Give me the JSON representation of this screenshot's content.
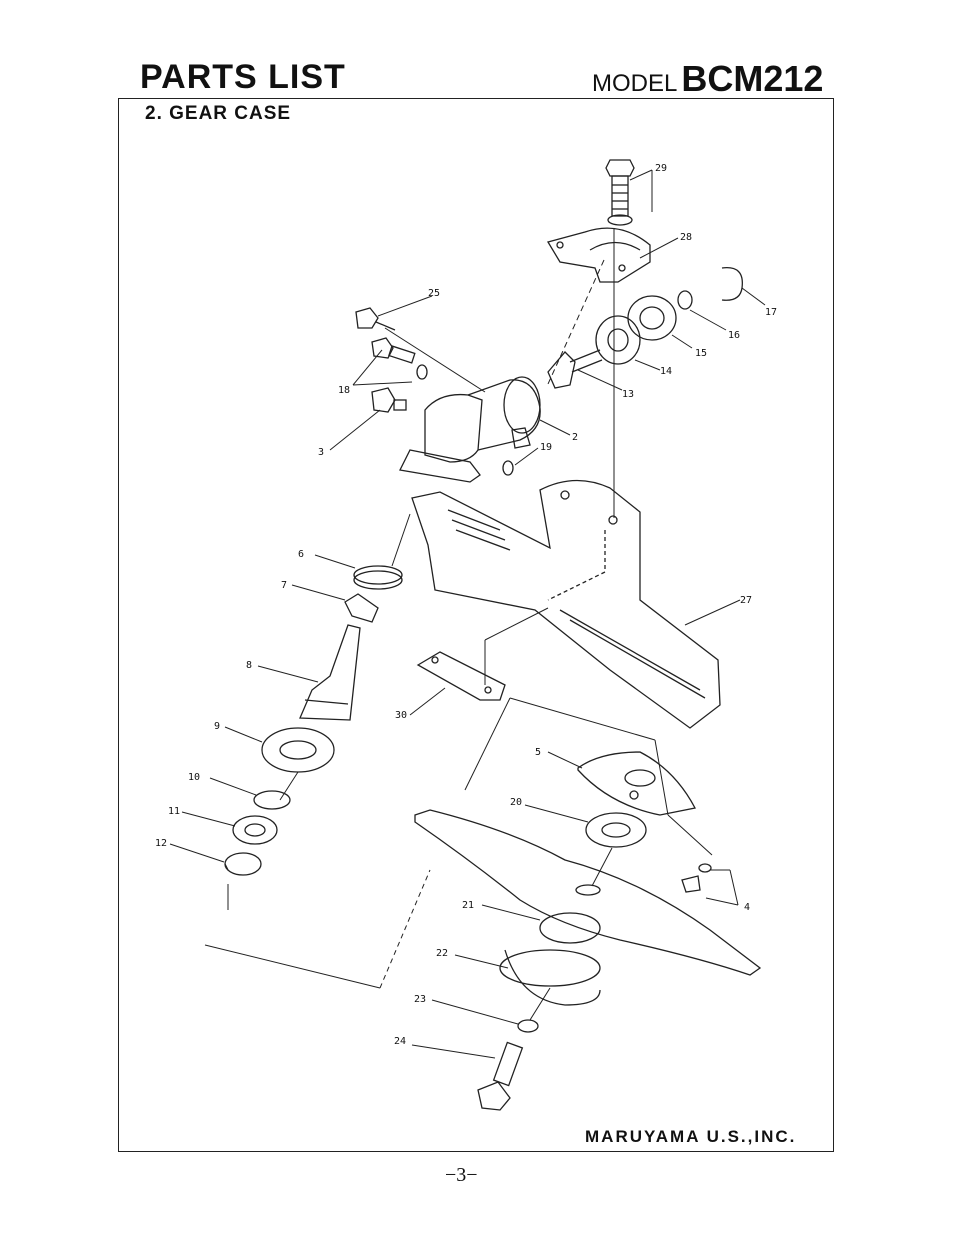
{
  "header": {
    "title": "PARTS LIST",
    "model_prefix": "MODEL",
    "model_number": "BCM212"
  },
  "section_title": "2. GEAR CASE",
  "footer": {
    "company": "MARUYAMA U.S.,INC.",
    "page_number": "−3−"
  },
  "callouts": [
    {
      "num": "29"
    },
    {
      "num": "28"
    },
    {
      "num": "25"
    },
    {
      "num": "17"
    },
    {
      "num": "16"
    },
    {
      "num": "15"
    },
    {
      "num": "14"
    },
    {
      "num": "18"
    },
    {
      "num": "13"
    },
    {
      "num": "19"
    },
    {
      "num": "2"
    },
    {
      "num": "3"
    },
    {
      "num": "6"
    },
    {
      "num": "7"
    },
    {
      "num": "27"
    },
    {
      "num": "8"
    },
    {
      "num": "30"
    },
    {
      "num": "9"
    },
    {
      "num": "5"
    },
    {
      "num": "10"
    },
    {
      "num": "20"
    },
    {
      "num": "11"
    },
    {
      "num": "12"
    },
    {
      "num": "4"
    },
    {
      "num": "21"
    },
    {
      "num": "22"
    },
    {
      "num": "23"
    },
    {
      "num": "24"
    }
  ]
}
